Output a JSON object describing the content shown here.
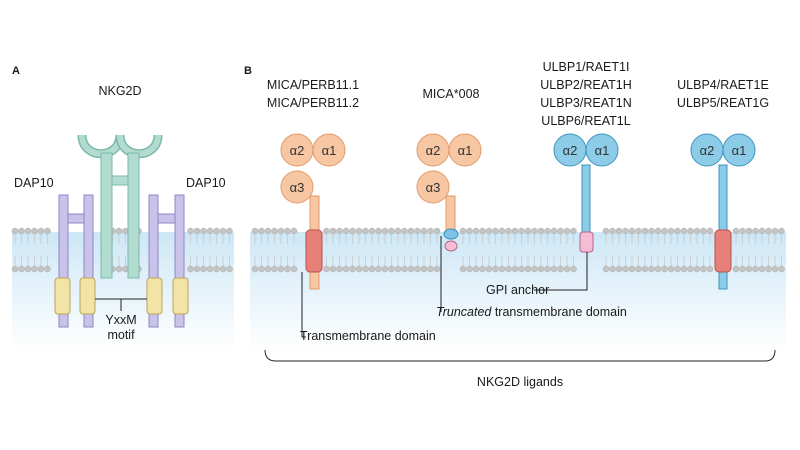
{
  "panels": {
    "a": "A",
    "b": "B"
  },
  "receptor": {
    "nkg2d": "NKG2D",
    "dap10_left": "DAP10",
    "dap10_right": "DAP10",
    "motif_line1": "YxxM",
    "motif_line2": "motif"
  },
  "ligands": [
    {
      "lines": [
        "MICA/PERB11.1",
        "MICA/PERB11.2"
      ]
    },
    {
      "lines": [
        "MICA*008"
      ]
    },
    {
      "lines": [
        "ULBP1/RAET1I",
        "ULBP2/REAT1H",
        "ULBP3/REAT1N",
        "ULBP6/REAT1L"
      ]
    },
    {
      "lines": [
        "ULBP4/RAET1E",
        "ULBP5/REAT1G"
      ]
    }
  ],
  "domains": {
    "a1": "α1",
    "a2": "α2",
    "a3": "α3"
  },
  "annotations": {
    "tm_domain": "Transmembrane domain",
    "gpi_anchor": "GPI anchor",
    "truncated_italic": "Truncated",
    "truncated_rest": " transmembrane domain",
    "group_label": "NKG2D ligands"
  },
  "colors": {
    "membrane_fill": "#d4eaf7",
    "lipid_head": "#c4c4c4",
    "nkg2d_fill": "#b3dcd0",
    "nkg2d_stroke": "#7ab9a8",
    "dap10_fill": "#c9c3ea",
    "dap10_stroke": "#8f86c4",
    "motif_box_fill": "#f1e4a6",
    "motif_box_stroke": "#b9a558",
    "mica_fill": "#f7c6a2",
    "mica_stroke": "#e39b6b",
    "mica_tm": "#e8807a",
    "ulbp_fill": "#8ccce6",
    "ulbp_stroke": "#3c93bf",
    "ulbp_gpi_pink": "#f6bcd3",
    "gpi_blue": "#7ec3e6"
  }
}
